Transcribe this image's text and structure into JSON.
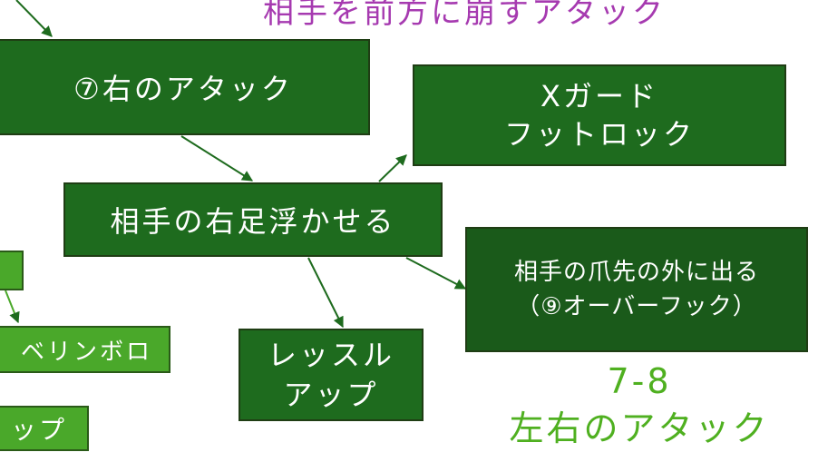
{
  "header_text": "相手を前方に崩すアタック",
  "nodes": {
    "right_attack": "⑦右のアタック",
    "x_guard": "Xガード\nフットロック",
    "float_right_foot": "相手の右足浮かせる",
    "toe_outside": "相手の爪先の外に出る\n（⑨オーバーフック）",
    "wrestle_up": "レッスル\nアップ",
    "berimbolo": "ベリンボロ",
    "up": "ップ"
  },
  "caption": "7-8\n左右のアタック",
  "colors": {
    "box_dark": "#1e6b1e",
    "box_darker": "#1a5a1a",
    "box_light": "#4aa82a",
    "arrow": "#1e6b1e",
    "header_text": "#a63ab0",
    "caption_text": "#4fb020"
  }
}
